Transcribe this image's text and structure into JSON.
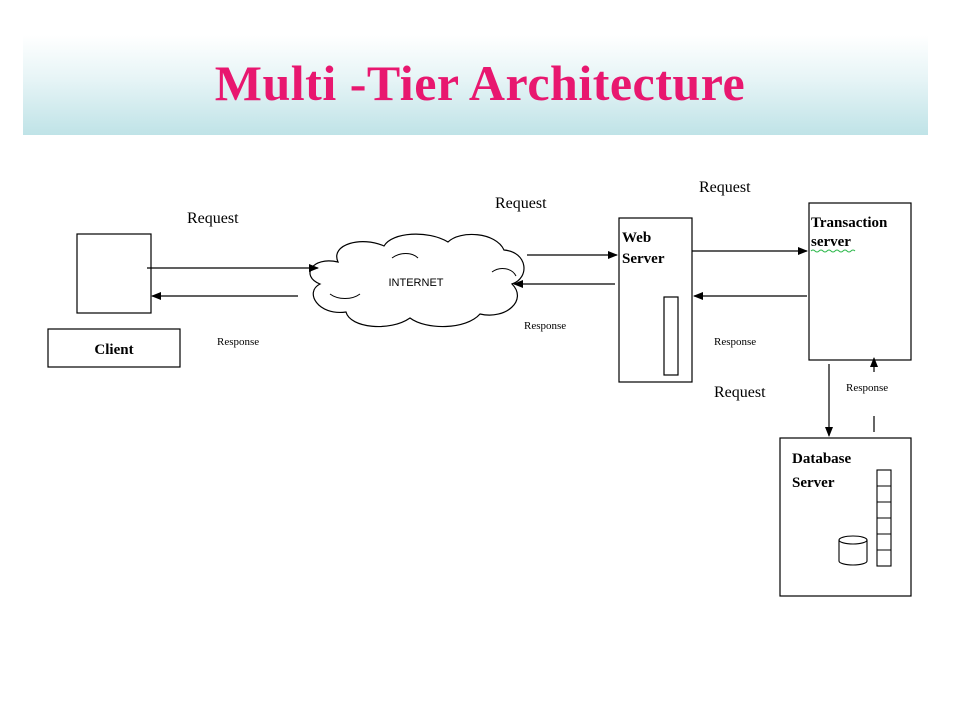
{
  "title": "Multi -Tier Architecture",
  "nodes": {
    "client": "Client",
    "internet": "INTERNET",
    "web_server": [
      "Web",
      "Server"
    ],
    "transaction_server": [
      "Transaction",
      "server"
    ],
    "database_server": [
      "Database",
      "Server"
    ]
  },
  "edges": {
    "client_request": "Request",
    "client_response": "Response",
    "internet_request": "Request",
    "internet_response": "Response",
    "web_request": "Request",
    "web_response": "Response",
    "db_request": "Request",
    "db_response": "Response"
  },
  "colors": {
    "title": "#e8176f",
    "title_band": "#bfe3e7",
    "spellcheck": "#2db84b"
  }
}
